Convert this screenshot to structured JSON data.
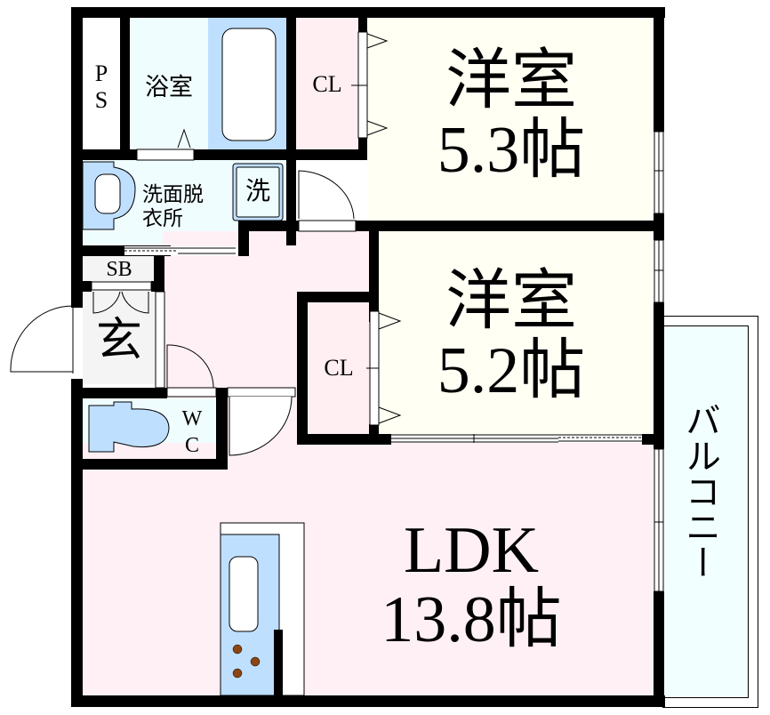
{
  "floorplan": {
    "colors": {
      "wall": "#000000",
      "bedroom": "#FFFFF4",
      "ldk": "#FFF0F6",
      "closet": "#FFEEF2",
      "wet_area": "#F0FDFF",
      "fixture_blue": "#BFDFFF",
      "entrance": "#F4F4F4",
      "balcony": "#F2FFFF",
      "stove_burner": "#8B4513"
    },
    "rooms": {
      "ps": {
        "label_line1": "P",
        "label_line2": "S"
      },
      "bath": {
        "label": "浴室"
      },
      "closet_1": {
        "label": "CL"
      },
      "bedroom_1": {
        "label": "洋室",
        "size": "5.3帖"
      },
      "washroom": {
        "label_line1": "洗面脱",
        "label_line2": "衣所"
      },
      "washer": {
        "label": "洗"
      },
      "shoe_box": {
        "label": "SB"
      },
      "entrance": {
        "label": "玄"
      },
      "toilet": {
        "label_line1": "W",
        "label_line2": "C"
      },
      "closet_2": {
        "label": "CL"
      },
      "bedroom_2": {
        "label": "洋室",
        "size": "5.2帖"
      },
      "ldk": {
        "label": "LDK",
        "size": "13.8帖"
      },
      "balcony": {
        "label": "バルコニー"
      }
    }
  }
}
